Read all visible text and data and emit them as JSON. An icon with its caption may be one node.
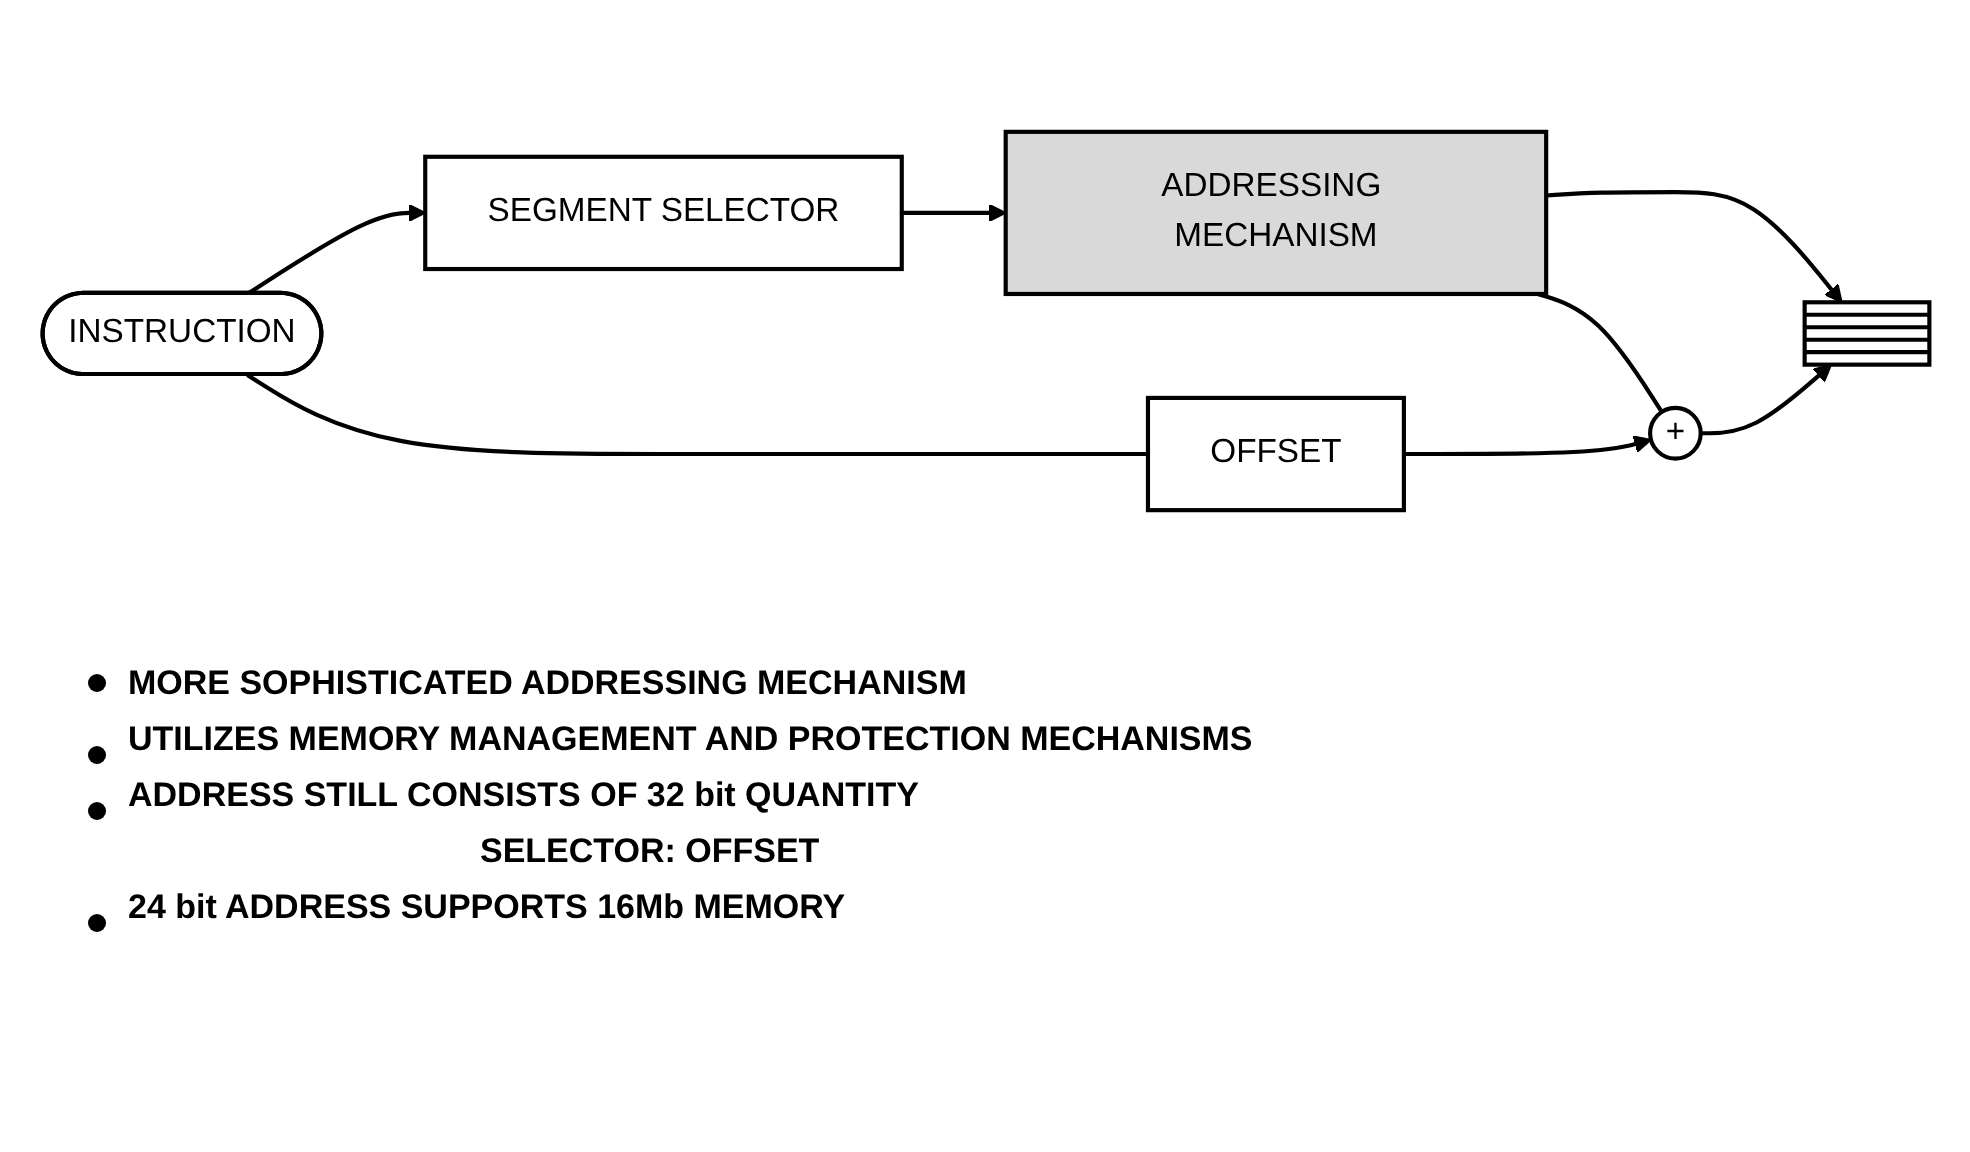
{
  "diagram": {
    "nodes": [
      {
        "text": [
          "INSTRUCTION"
        ]
      },
      {
        "text": [
          "SEGMENT SELECTOR"
        ]
      },
      {
        "text": [
          "ADDRESSING MECHANISM"
        ]
      },
      {
        "text": [
          "OFFSET"
        ]
      },
      {
        "text": [
          "+"
        ]
      },
      {
        "text": [],
        "shape": "bar"
      }
    ],
    "edges": [
      {
        "from": 0,
        "to": 1,
        "arrow": "to"
      },
      {
        "from": 0,
        "to": 3,
        "arrow": "none"
      },
      {
        "from": 1,
        "to": 2,
        "arrow": "to"
      },
      {
        "from": 2,
        "to": 5,
        "arrow": "to"
      },
      {
        "from": 2,
        "to": 4,
        "arrow": "none"
      },
      {
        "from": 3,
        "to": 4,
        "arrow": "to"
      },
      {
        "from": 4,
        "to": 5,
        "arrow": "to"
      }
    ],
    "labels": [
      "MORE SOPHISTICATED ADDRESSING MECHANISM",
      "UTILIZES MEMORY MANAGEMENT AND PROTECTION MECHANISMS",
      "ADDRESS STILL CONSISTS OF 32 bit QUANTITY",
      "SELECTOR: OFFSET",
      "24 bit ADDRESS SUPPORTS 16Mb MEMORY"
    ]
  }
}
